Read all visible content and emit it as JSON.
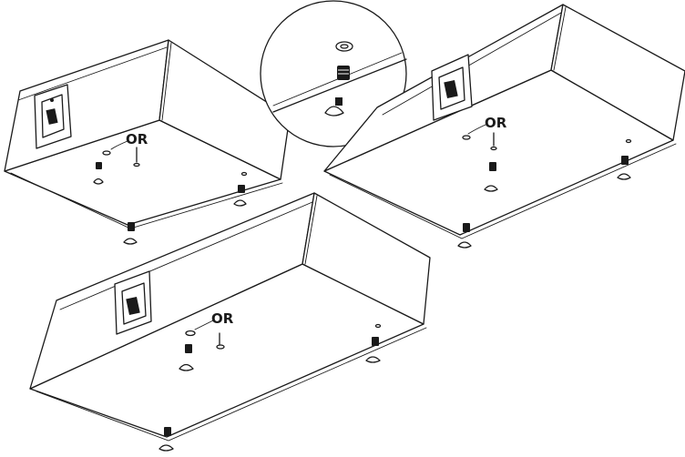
{
  "diagram": {
    "callout_label": "OR",
    "panels": [
      {
        "id": "top-left-speaker",
        "label": "OR"
      },
      {
        "id": "top-right-speaker",
        "label": "OR"
      },
      {
        "id": "bottom-speaker",
        "label": "OR"
      }
    ],
    "detail": {
      "id": "foot-detail-magnifier"
    }
  }
}
